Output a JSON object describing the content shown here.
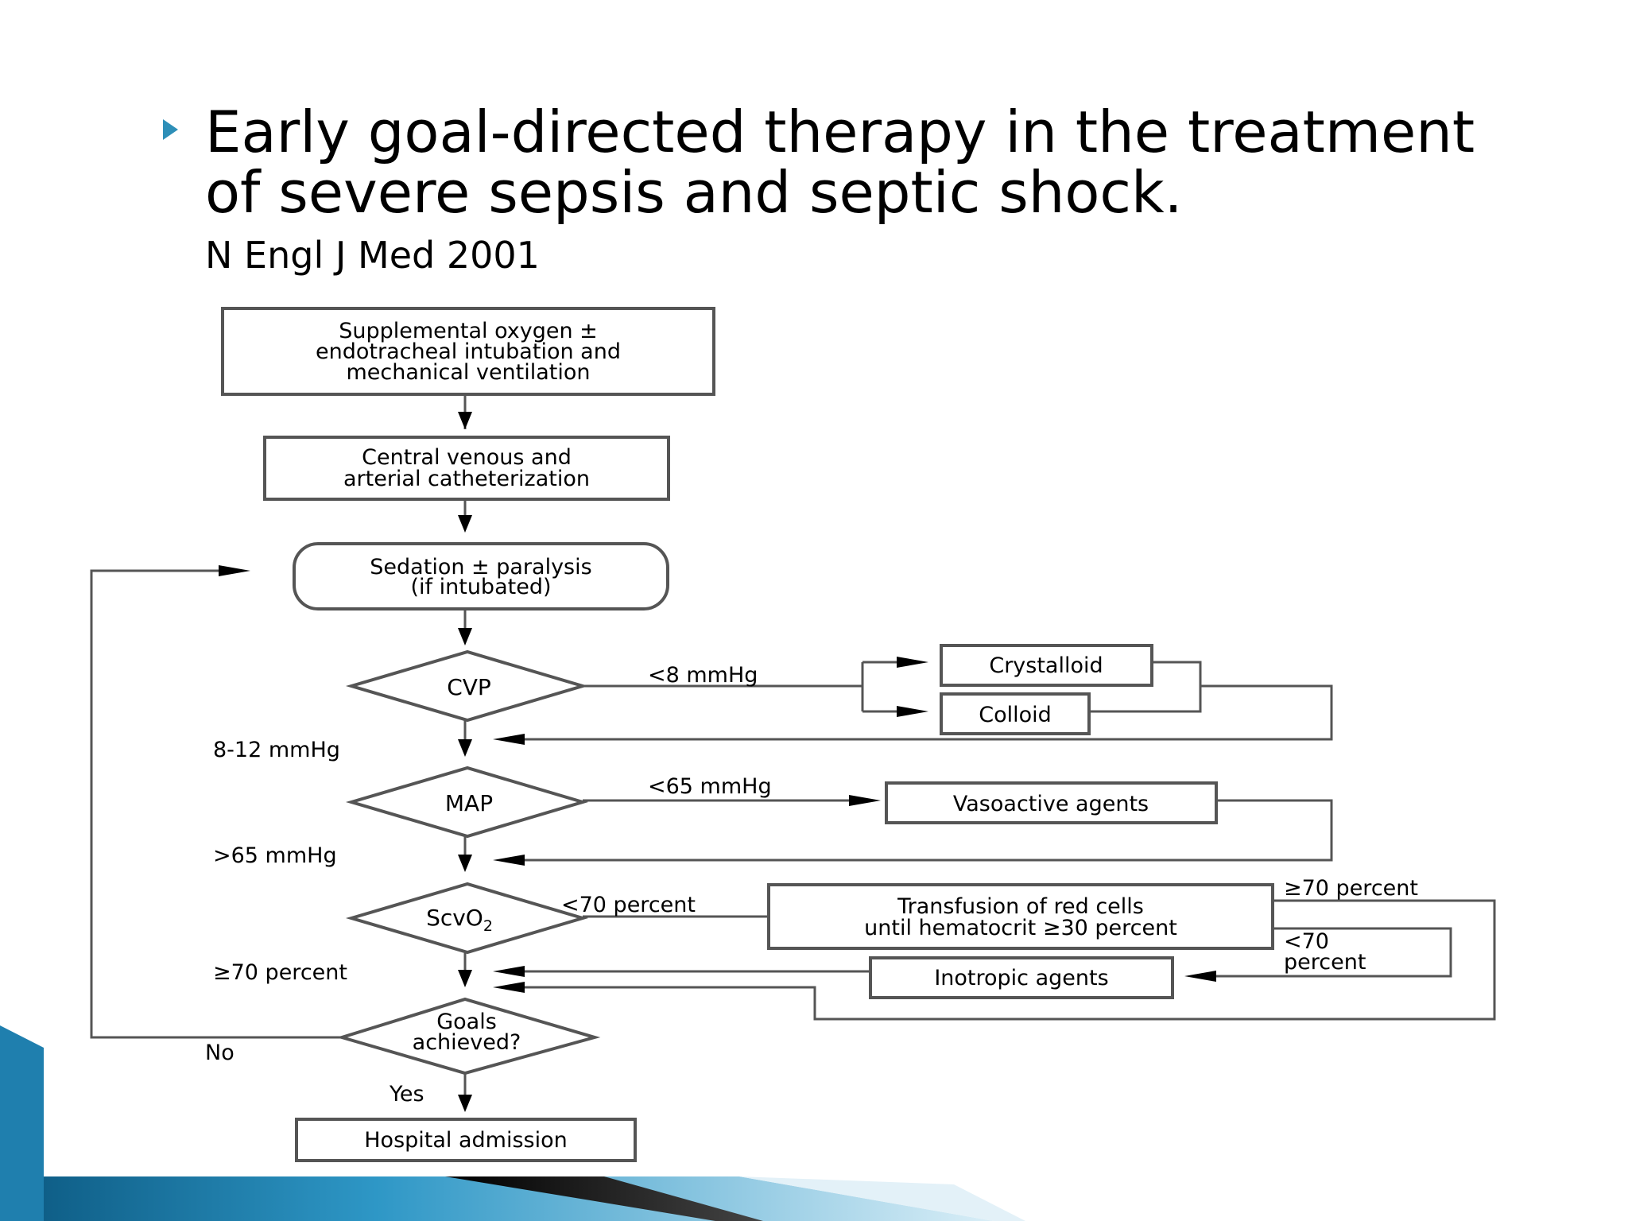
{
  "slide": {
    "title_line1": "Early goal-directed therapy in the treatment",
    "title_line2": "of severe sepsis and septic shock.",
    "source": "N Engl J Med 2001"
  },
  "flowchart": {
    "nodes": {
      "oxygen": [
        "Supplemental oxygen ±",
        "endotracheal intubation and",
        "mechanical ventilation"
      ],
      "catheter": [
        "Central venous and",
        "arterial catheterization"
      ],
      "sedation": [
        "Sedation ± paralysis",
        "(if intubated)"
      ],
      "cvp": "CVP",
      "crystalloid": "Crystalloid",
      "colloid": "Colloid",
      "map": "MAP",
      "vasoactive": "Vasoactive agents",
      "scvo2": "ScvO",
      "scvo2_sub": "2",
      "transfusion": [
        "Transfusion of red cells",
        "until hematocrit ≥30 percent"
      ],
      "inotropic": "Inotropic agents",
      "goals": [
        "Goals",
        "achieved?"
      ],
      "hospital": "Hospital admission"
    },
    "edge_labels": {
      "cvp_low": "<8 mmHg",
      "cvp_ok": "8-12 mmHg",
      "map_low": "<65 mmHg",
      "map_ok": ">65 mmHg",
      "scvo2_low": "<70 percent",
      "scvo2_ok": "≥70 percent",
      "transfusion_ok": "≥70 percent",
      "transfusion_low_1": "<70",
      "transfusion_low_2": "percent",
      "goals_no": "No",
      "goals_yes": "Yes"
    }
  },
  "colors": {
    "bullet": "#2e8fb8",
    "decoration_blue": "#2a8fbd",
    "decoration_dark": "#111111"
  }
}
